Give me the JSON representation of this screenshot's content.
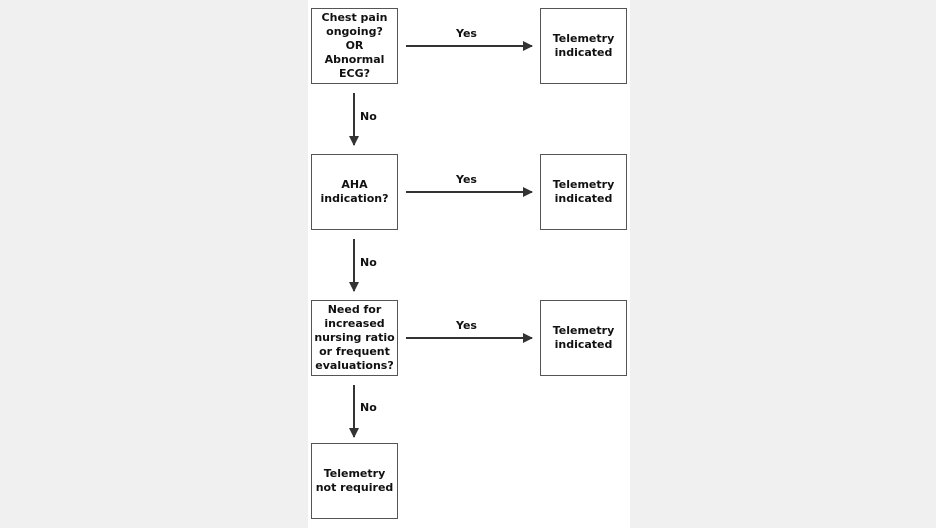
{
  "nodes": {
    "q1": "Chest pain\nongoing?\nOR\nAbnormal ECG?",
    "q2": "AHA\nindication?",
    "q3": "Need for\nincreased\nnursing ratio\nor frequent\nevaluations?",
    "r1": "Telemetry\nindicated",
    "r2": "Telemetry\nindicated",
    "r3": "Telemetry\nindicated",
    "end": "Telemetry\nnot required"
  },
  "edges": {
    "yes1": "Yes",
    "yes2": "Yes",
    "yes3": "Yes",
    "no1": "No",
    "no2": "No",
    "no3": "No"
  }
}
